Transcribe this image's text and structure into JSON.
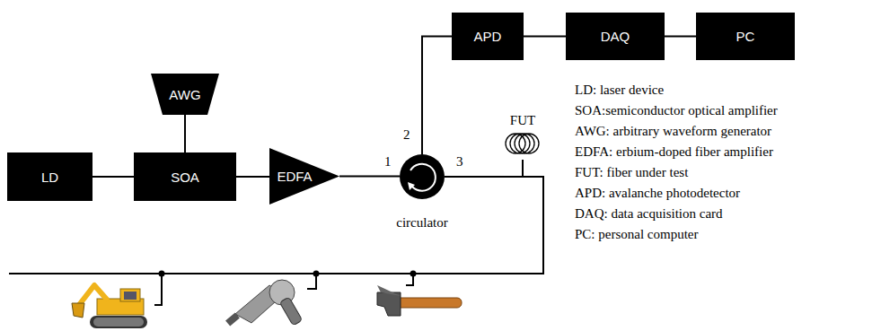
{
  "diagram": {
    "nodes": [
      {
        "text": [
          "APD"
        ]
      },
      {
        "text": [
          "DAQ"
        ]
      },
      {
        "text": [
          "PC"
        ]
      },
      {
        "text": [
          "AWG"
        ]
      },
      {
        "text": [
          "LD"
        ]
      },
      {
        "text": [
          "SOA"
        ]
      },
      {
        "text": [
          "EDFA"
        ]
      },
      {
        "text": [
          "circulator"
        ]
      },
      {
        "text": [
          "FUT"
        ]
      }
    ],
    "edges": [
      {
        "from": 0,
        "to": 1,
        "arrow": "none"
      },
      {
        "from": 1,
        "to": 2,
        "arrow": "none"
      },
      {
        "from": 3,
        "to": 5,
        "arrow": "none"
      },
      {
        "from": 4,
        "to": 5,
        "arrow": "none"
      },
      {
        "from": 5,
        "to": 6,
        "arrow": "none"
      },
      {
        "from": 6,
        "to": 7,
        "arrow": "none"
      },
      {
        "from": 7,
        "to": 0,
        "arrow": "none"
      },
      {
        "from": 7,
        "to": 8,
        "arrow": "none"
      }
    ],
    "labels": [
      "1",
      "2",
      "3",
      "LD: laser device",
      "SOA:semiconductor optical amplifier",
      "AWG: arbitrary waveform generator",
      "EDFA: erbium-doped fiber amplifier",
      "FUT: fiber under test",
      "APD: avalanche photodetector",
      "DAQ: data acquisition card",
      "PC: personal computer"
    ]
  }
}
